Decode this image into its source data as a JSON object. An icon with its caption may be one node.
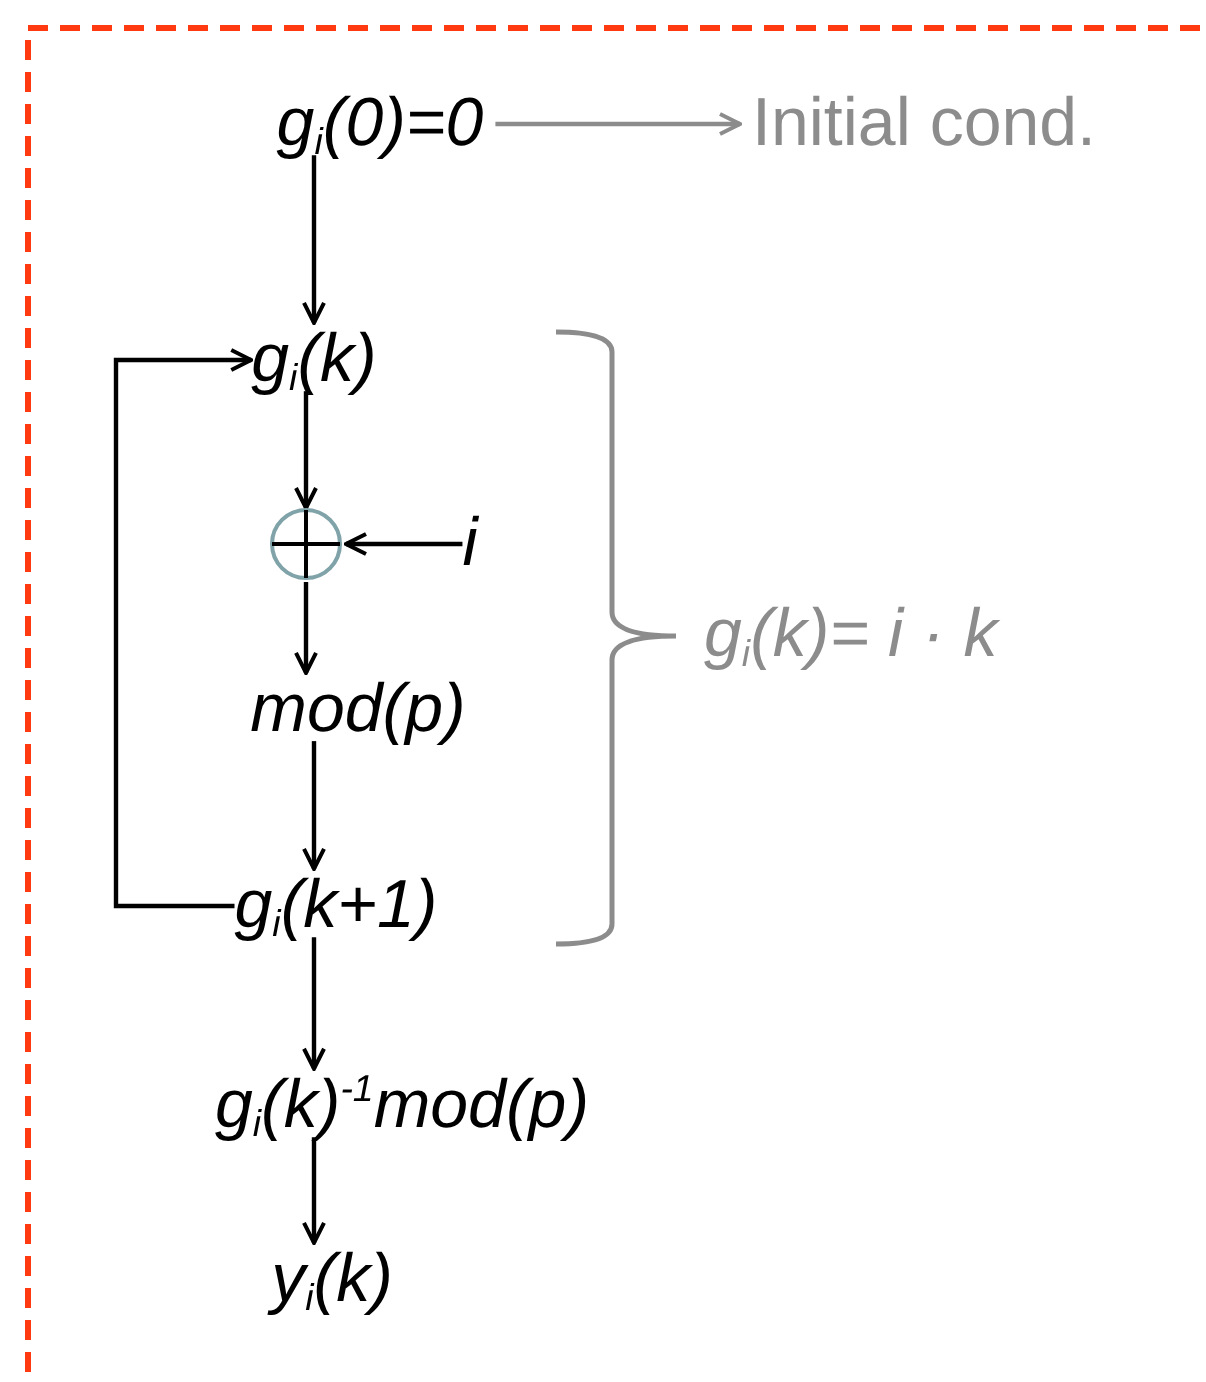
{
  "diagram": {
    "nodes": [
      {
        "text": [
          "g$_{i}$(0)=0"
        ]
      },
      {
        "text": [
          "Initial cond."
        ]
      },
      {
        "text": [
          "g$_{i}$(k)"
        ]
      },
      {
        "text": [],
        "shape": "circle"
      },
      {
        "text": [
          "i"
        ]
      },
      {
        "text": [
          "mod(p)"
        ]
      },
      {
        "text": [
          "g$_{i}$(k+1)"
        ]
      },
      {
        "text": [
          "g$_{i}$(k)$^{-1}$mod(p)"
        ]
      },
      {
        "text": [
          "y$_{i}$(k)"
        ]
      }
    ],
    "edges": [
      {
        "from": 0,
        "to": 1,
        "arrow": "to",
        "color": "#8c8c8c"
      },
      {
        "from": 0,
        "to": 2,
        "arrow": "to"
      },
      {
        "from": 6,
        "to": 2,
        "arrow": "to"
      },
      {
        "from": 2,
        "to": 3,
        "arrow": "to"
      },
      {
        "from": 4,
        "to": 3,
        "arrow": "to"
      },
      {
        "from": 3,
        "to": 5,
        "arrow": "to"
      },
      {
        "from": 5,
        "to": 6,
        "arrow": "to"
      },
      {
        "from": 6,
        "to": 7,
        "arrow": "to"
      },
      {
        "from": 7,
        "to": 8,
        "arrow": "to"
      }
    ],
    "labels": [
      "g$_{i}$(k)= i  · k"
    ]
  }
}
